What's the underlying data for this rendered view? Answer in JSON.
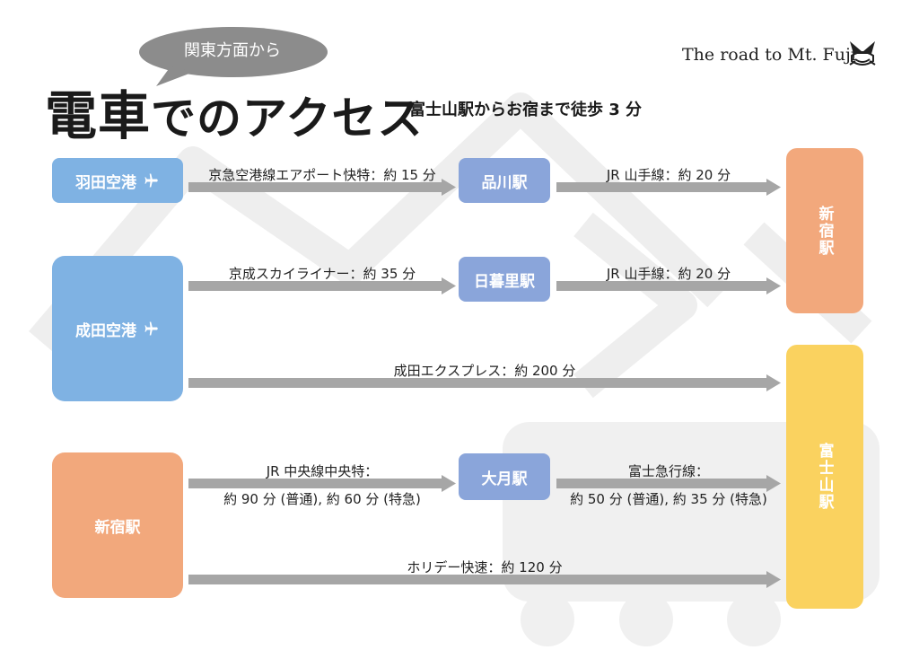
{
  "header": {
    "bubble": "関東方面から",
    "title_big": "電車",
    "title_rest": "でのアクセス",
    "subtitle": "富士山駅からお宿まで徒歩 3 分",
    "brand": "The road to Mt. Fuji"
  },
  "origins": {
    "haneda": "羽田空港",
    "narita": "成田空港",
    "shinjuku": "新宿駅"
  },
  "transfers": {
    "shinagawa": "品川駅",
    "nippori": "日暮里駅",
    "otsuki": "大月駅"
  },
  "destinations": {
    "shinjuku": "新宿駅",
    "fujisan": "富士山駅"
  },
  "routes": {
    "keikyu": "京急空港線エアポート快特：約 15 分",
    "yamanote_1": "JR 山手線：約 20 分",
    "skyliner": "京成スカイライナー：約 35 分",
    "yamanote_2": "JR 山手線：約 20 分",
    "nex": "成田エクスプレス：約 200 分",
    "chuo_line1": "JR 中央線中央特：",
    "chuo_line2": "約 90 分 (普通), 約 60 分 (特急)",
    "fujikyu_line1": "富士急行線：",
    "fujikyu_line2": "約 50 分 (普通), 約 35 分 (特急)",
    "holiday": "ホリデー快速：約 120 分"
  },
  "colors": {
    "airport_blue": "#7fb2e3",
    "transfer_blue": "#8aa5da",
    "orange": "#f2a87c",
    "yellow": "#fad25f",
    "arrow_gray": "#a6a6a6"
  },
  "icons": [
    "plane-icon",
    "samurai-helmet-icon"
  ]
}
